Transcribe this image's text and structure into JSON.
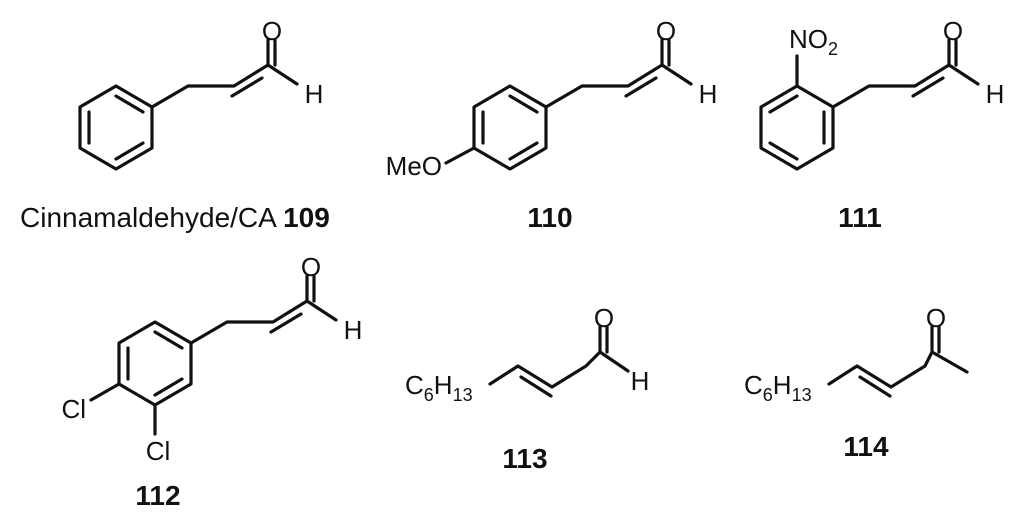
{
  "compounds": [
    {
      "id": "109",
      "name": "Cinnamaldehyde/CA",
      "number": "109",
      "atoms": {
        "oxygen": "O",
        "hydrogen": "H"
      }
    },
    {
      "id": "110",
      "number": "110",
      "atoms": {
        "oxygen": "O",
        "hydrogen": "H",
        "methoxy": "MeO"
      }
    },
    {
      "id": "111",
      "number": "111",
      "atoms": {
        "oxygen": "O",
        "hydrogen": "H",
        "nitro_main": "NO",
        "nitro_sub": "2"
      }
    },
    {
      "id": "112",
      "number": "112",
      "atoms": {
        "oxygen": "O",
        "hydrogen": "H",
        "chloro_a": "Cl",
        "chloro_b": "Cl"
      }
    },
    {
      "id": "113",
      "number": "113",
      "atoms": {
        "oxygen": "O",
        "hydrogen": "H",
        "chain_c": "C",
        "chain_c_sub": "6",
        "chain_h": "H",
        "chain_h_sub": "13"
      }
    },
    {
      "id": "114",
      "number": "114",
      "atoms": {
        "oxygen": "O",
        "chain_c": "C",
        "chain_c_sub": "6",
        "chain_h": "H",
        "chain_h_sub": "13"
      }
    }
  ]
}
